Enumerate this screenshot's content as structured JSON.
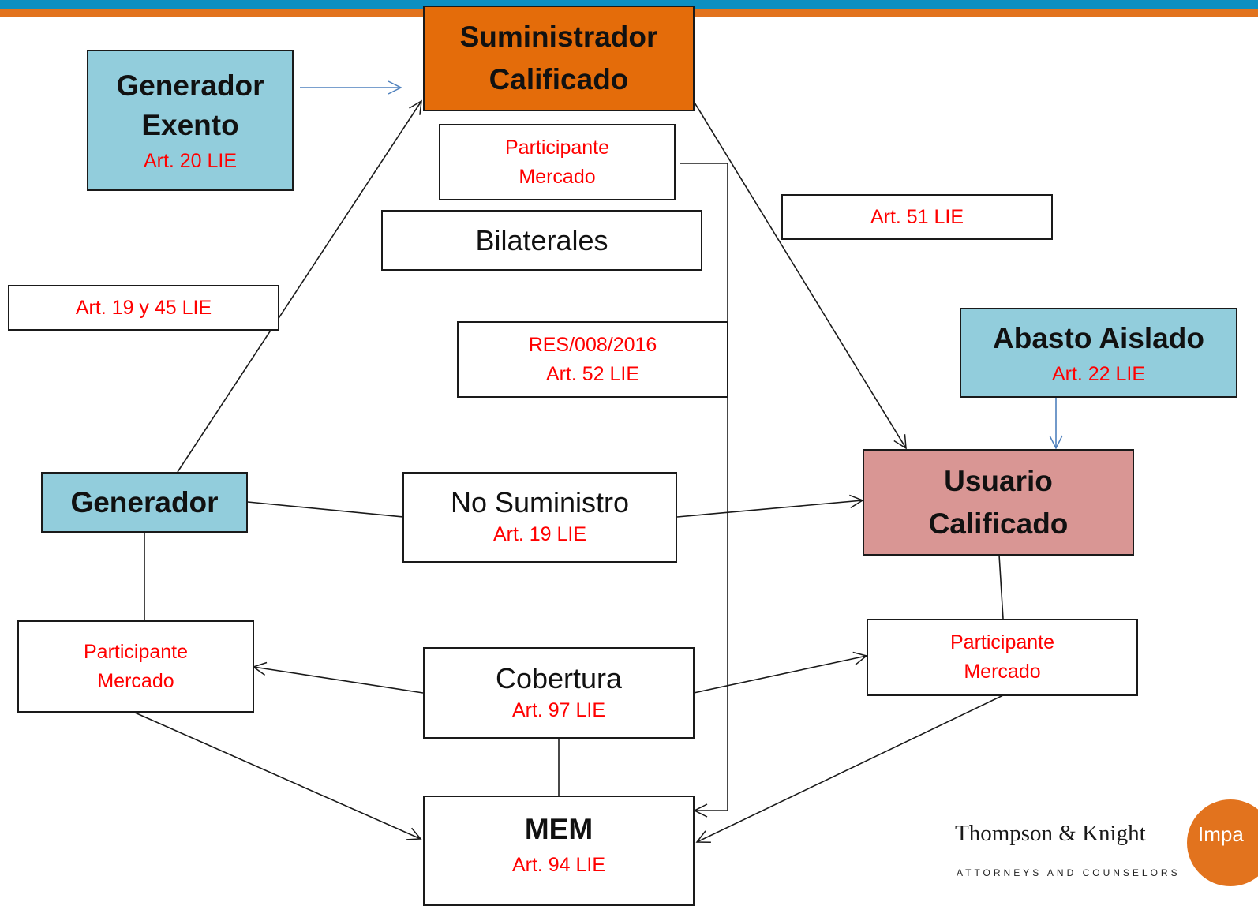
{
  "nodes": {
    "generador_exento": {
      "title_1": "Generador",
      "title_2": "Exento",
      "ref": "Art. 20 LIE"
    },
    "suministrador_calificado": {
      "title_1": "Suministrador",
      "title_2": "Calificado"
    },
    "participante_top": {
      "line_1": "Participante",
      "line_2": "Mercado"
    },
    "bilaterales": {
      "title": "Bilaterales"
    },
    "art51": {
      "ref": "Art. 51 LIE"
    },
    "art19y45": {
      "ref": "Art. 19 y 45 LIE"
    },
    "res008": {
      "line_1": "RES/008/2016",
      "line_2": "Art. 52 LIE"
    },
    "abasto_aislado": {
      "title": "Abasto Aislado",
      "ref": "Art. 22 LIE"
    },
    "generador": {
      "title": "Generador"
    },
    "no_suministro": {
      "title": "No Suministro",
      "ref": "Art. 19 LIE"
    },
    "usuario_calificado": {
      "title_1": "Usuario",
      "title_2": "Calificado"
    },
    "participante_left": {
      "line_1": "Participante",
      "line_2": "Mercado"
    },
    "cobertura": {
      "title": "Cobertura",
      "ref": "Art. 97 LIE"
    },
    "participante_right": {
      "line_1": "Participante",
      "line_2": "Mercado"
    },
    "mem": {
      "title": "MEM",
      "ref": "Art. 94 LIE"
    }
  },
  "logo": {
    "name": "Thompson & Knight",
    "tagline": "ATTORNEYS AND COUNSELORS",
    "circle_text": "Impa"
  },
  "colors": {
    "header_blue": "#0d8fc2",
    "header_orange": "#e2731e",
    "box_blue": "#92cddc",
    "box_orange": "#e46c0a",
    "box_pink": "#d99694",
    "ref_red": "#ff0000",
    "arrow_blue": "#4f81bd"
  }
}
